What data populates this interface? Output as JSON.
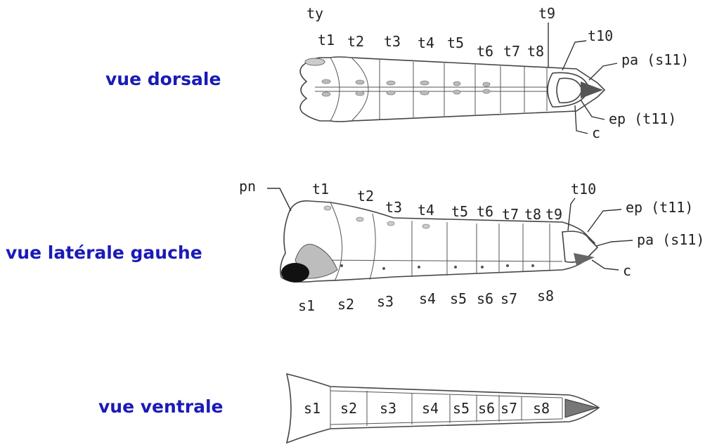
{
  "views": {
    "dorsal": "vue dorsale",
    "lateral": "vue latérale gauche",
    "ventral": "vue ventrale"
  },
  "dorsal_labels": {
    "ty": "ty",
    "t1": "t1",
    "t2": "t2",
    "t3": "t3",
    "t4": "t4",
    "t5": "t5",
    "t6": "t6",
    "t7": "t7",
    "t8": "t8",
    "t9": "t9",
    "t10": "t10",
    "pa": "pa (s11)",
    "ep": "ep (t11)",
    "c": "c"
  },
  "lateral_labels": {
    "pn": "pn",
    "t1": "t1",
    "t2": "t2",
    "t3": "t3",
    "t4": "t4",
    "t5": "t5",
    "t6": "t6",
    "t7": "t7",
    "t8": "t8",
    "t9": "t9",
    "t10": "t10",
    "ep": "ep (t11)",
    "pa": "pa (s11)",
    "c": "c",
    "s1": "s1",
    "s2": "s2",
    "s3": "s3",
    "s4": "s4",
    "s5": "s5",
    "s6": "s6",
    "s7": "s7",
    "s8": "s8"
  },
  "ventral_labels": {
    "s1": "s1",
    "s2": "s2",
    "s3": "s3",
    "s4": "s4",
    "s5": "s5",
    "s6": "s6",
    "s7": "s7",
    "s8": "s8"
  },
  "colors": {
    "title": "#1a1ab8",
    "stroke": "#444444"
  }
}
